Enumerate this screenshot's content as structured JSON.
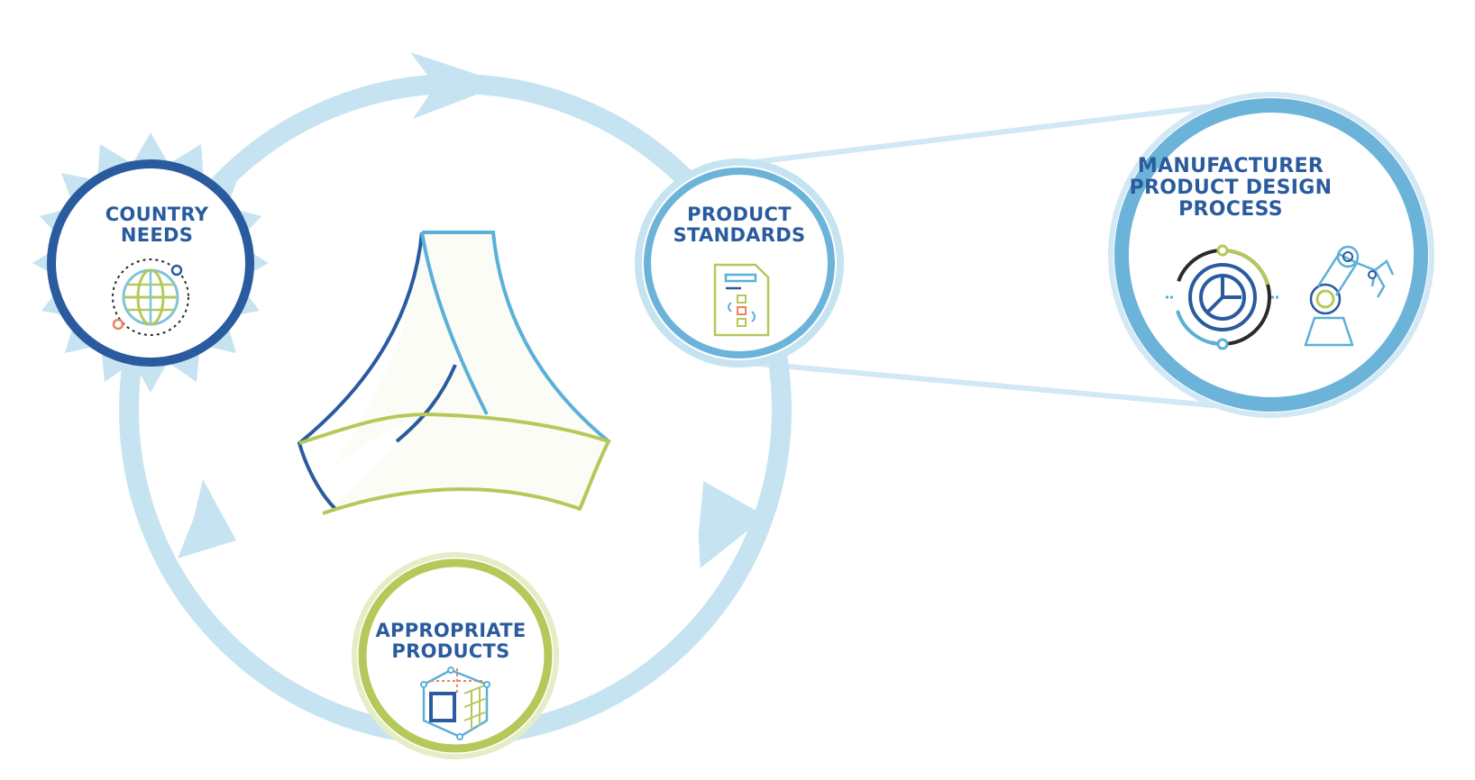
{
  "nodes": {
    "country_needs": {
      "line1": "COUNTRY",
      "line2": "NEEDS",
      "icon": "globe-icon"
    },
    "product_standards": {
      "line1": "PRODUCT",
      "line2": "STANDARDS",
      "icon": "document-icon"
    },
    "appropriate_products": {
      "line1": "APPROPRIATE",
      "line2": "PRODUCTS",
      "icon": "cube-icon"
    },
    "manufacturer_process": {
      "line1": "MANUFACTURER",
      "line2": "PRODUCT DESIGN",
      "line3": "PROCESS",
      "icons": [
        "gauge-icon",
        "robot-arm-icon"
      ]
    }
  },
  "colors": {
    "cycle": "#c6e3f1",
    "dark_blue": "#2a5b9e",
    "mid_blue": "#5bb0d8",
    "light_blue": "#6cb3d9",
    "green": "#b5c95a",
    "text": "#2a5b9e",
    "accent_orange": "#f08060"
  }
}
